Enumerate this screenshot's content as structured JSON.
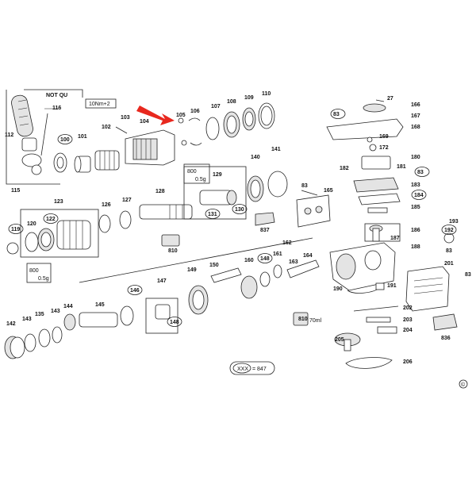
{
  "diagram": {
    "copyright_symbol": "©",
    "warning_note": "NOT QU",
    "torque_note": "10Nm+2",
    "kit_legend": "XXX",
    "kit_legend_value": "= 847",
    "grease_notes": [
      {
        "top": "800",
        "bottom": "0.5g"
      },
      {
        "top": "800",
        "bottom": "0.5g"
      }
    ],
    "oil_note": {
      "part": "810",
      "amount": "70ml"
    },
    "arrow_color": "#e8281e",
    "parts": [
      {
        "id": "27"
      },
      {
        "id": "83"
      },
      {
        "id": "83"
      },
      {
        "id": "83"
      },
      {
        "id": "83"
      },
      {
        "id": "83"
      },
      {
        "id": "100"
      },
      {
        "id": "101"
      },
      {
        "id": "102"
      },
      {
        "id": "103"
      },
      {
        "id": "104"
      },
      {
        "id": "105"
      },
      {
        "id": "106"
      },
      {
        "id": "107"
      },
      {
        "id": "108"
      },
      {
        "id": "109"
      },
      {
        "id": "110"
      },
      {
        "id": "112"
      },
      {
        "id": "115"
      },
      {
        "id": "116"
      },
      {
        "id": "119"
      },
      {
        "id": "120"
      },
      {
        "id": "122"
      },
      {
        "id": "123"
      },
      {
        "id": "126"
      },
      {
        "id": "127"
      },
      {
        "id": "128"
      },
      {
        "id": "129"
      },
      {
        "id": "130"
      },
      {
        "id": "131"
      },
      {
        "id": "135"
      },
      {
        "id": "140"
      },
      {
        "id": "141"
      },
      {
        "id": "142"
      },
      {
        "id": "143"
      },
      {
        "id": "143"
      },
      {
        "id": "144"
      },
      {
        "id": "145"
      },
      {
        "id": "146"
      },
      {
        "id": "147"
      },
      {
        "id": "148"
      },
      {
        "id": "148"
      },
      {
        "id": "149"
      },
      {
        "id": "150"
      },
      {
        "id": "160"
      },
      {
        "id": "161"
      },
      {
        "id": "162"
      },
      {
        "id": "163"
      },
      {
        "id": "164"
      },
      {
        "id": "165"
      },
      {
        "id": "166"
      },
      {
        "id": "167"
      },
      {
        "id": "168"
      },
      {
        "id": "169"
      },
      {
        "id": "172"
      },
      {
        "id": "180"
      },
      {
        "id": "181"
      },
      {
        "id": "182"
      },
      {
        "id": "183"
      },
      {
        "id": "184"
      },
      {
        "id": "185"
      },
      {
        "id": "186"
      },
      {
        "id": "187"
      },
      {
        "id": "188"
      },
      {
        "id": "190"
      },
      {
        "id": "191"
      },
      {
        "id": "192"
      },
      {
        "id": "193"
      },
      {
        "id": "201"
      },
      {
        "id": "202"
      },
      {
        "id": "203"
      },
      {
        "id": "204"
      },
      {
        "id": "205"
      },
      {
        "id": "206"
      },
      {
        "id": "810"
      },
      {
        "id": "810"
      },
      {
        "id": "836"
      },
      {
        "id": "837"
      }
    ]
  }
}
